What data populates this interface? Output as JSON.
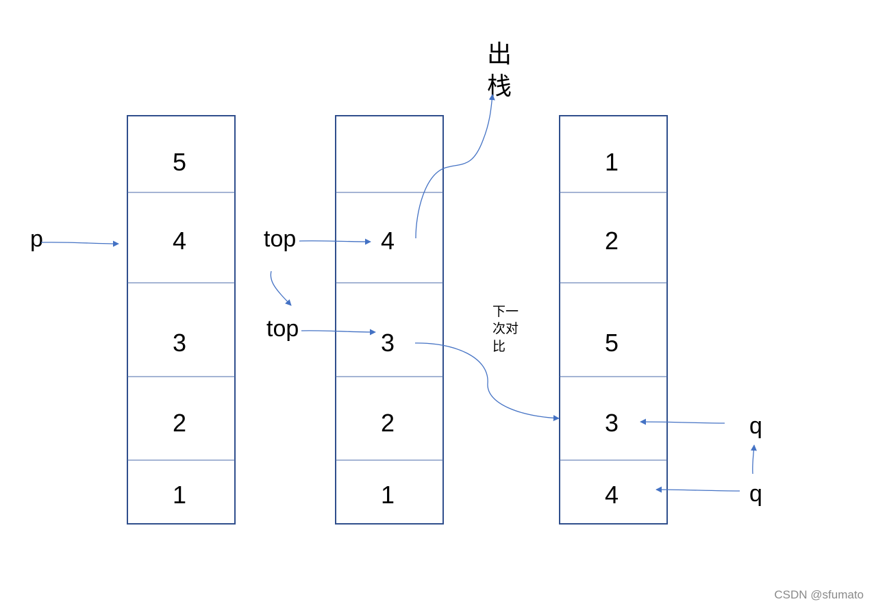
{
  "stacks": [
    {
      "cells": [
        "5",
        "4",
        "3",
        "2",
        "1"
      ]
    },
    {
      "cells": [
        "",
        "4",
        "3",
        "2",
        "1"
      ]
    },
    {
      "cells": [
        "1",
        "2",
        "5",
        "3",
        "4"
      ]
    }
  ],
  "labels": {
    "p": "p",
    "top_upper": "top",
    "top_lower": "top",
    "q_upper": "q",
    "q_lower": "q"
  },
  "annotations": {
    "pop_line1": "出",
    "pop_line2": "栈",
    "next_line1": "下一",
    "next_line2": "次对",
    "next_line3": "比"
  },
  "colors": {
    "stack_border": "#2f4e8c",
    "arrow": "#4472c4"
  },
  "watermark": "CSDN @sfumato"
}
